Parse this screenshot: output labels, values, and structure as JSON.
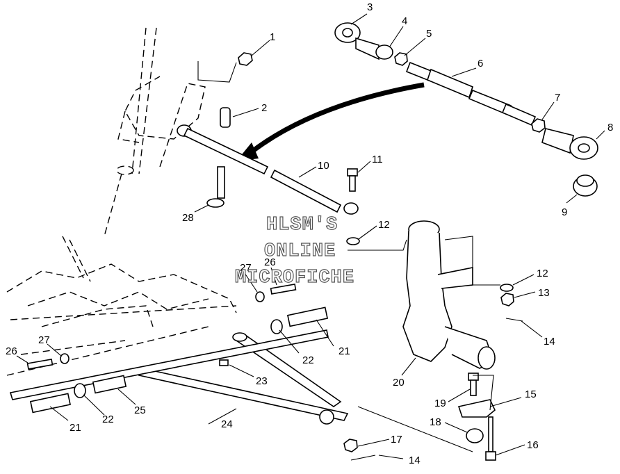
{
  "watermark": [
    "HLSM'S",
    "ONLINE",
    "MICROFICHE"
  ],
  "callouts": [
    "1",
    "2",
    "3",
    "4",
    "5",
    "6",
    "7",
    "8",
    "9",
    "10",
    "11",
    "12",
    "12",
    "13",
    "14",
    "14",
    "15",
    "16",
    "17",
    "18",
    "19",
    "20",
    "21",
    "21",
    "22",
    "22",
    "23",
    "24",
    "25",
    "26",
    "26",
    "27",
    "27",
    "28"
  ]
}
